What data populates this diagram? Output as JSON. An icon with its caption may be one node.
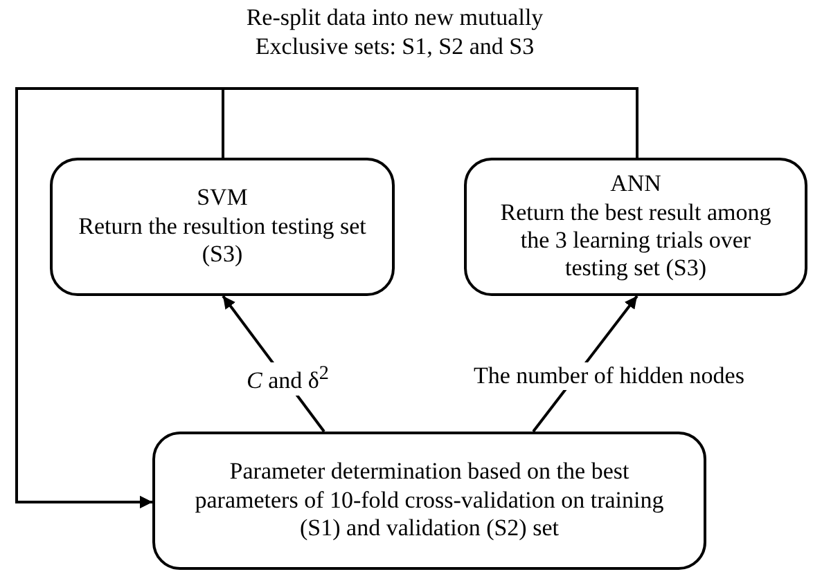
{
  "diagram": {
    "nodes": [
      {
        "text": [
          "SVM",
          "Return the resultion testing set (S3)"
        ]
      },
      {
        "text": [
          "ANN",
          "Return the best result among the 3 learning trials over testing set (S3)"
        ]
      },
      {
        "text": [
          "Parameter determination based on the best parameters of 10-fold cross-validation on training (S1) and validation (S2) set"
        ]
      }
    ],
    "edges": [
      {
        "from": 0,
        "to": 2,
        "arrow": "to"
      },
      {
        "from": 1,
        "to": 2,
        "arrow": "to"
      },
      {
        "from": 2,
        "to": 0,
        "arrow": "to",
        "label": "*C* and δ$^{2}$"
      },
      {
        "from": 2,
        "to": 1,
        "arrow": "to",
        "label": "The number of hidden nodes"
      }
    ],
    "labels": [
      "Re-split data into new mutually Exclusive sets: S1, S2 and S3"
    ]
  }
}
